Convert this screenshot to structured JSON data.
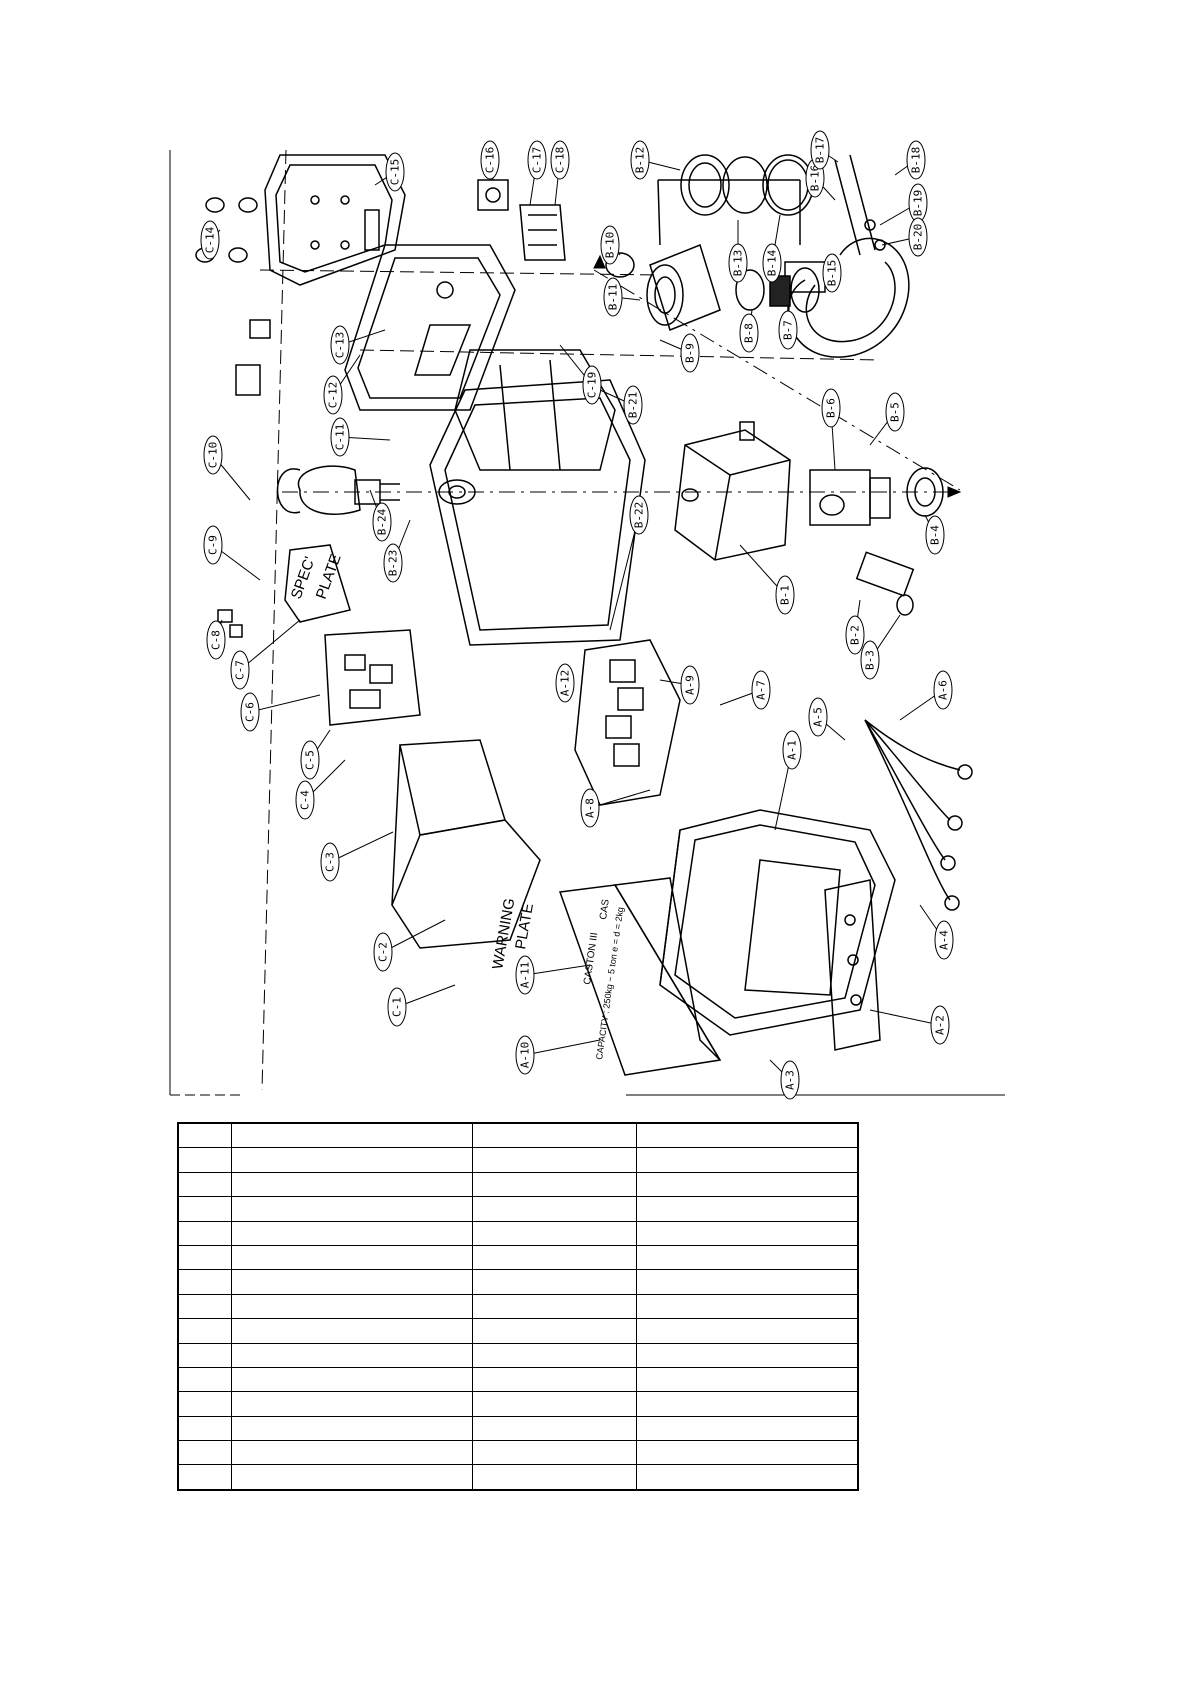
{
  "diagram": {
    "plates": {
      "spec_line1": "SPEC'",
      "spec_line2": "PLATE",
      "warning_line1": "WARNING",
      "warning_line2": "PLATE",
      "brand": "CAS",
      "model": "CASTON III",
      "capacity": "CAPACITY : 250kg ~ 5 ton   e = d = 2kg"
    },
    "callouts": [
      "C-1",
      "C-2",
      "C-3",
      "C-4",
      "C-5",
      "C-6",
      "C-7",
      "C-8",
      "C-9",
      "C-10",
      "C-11",
      "C-12",
      "C-13",
      "C-14",
      "C-15",
      "C-16",
      "C-17",
      "C-18",
      "C-19",
      "B-1",
      "B-2",
      "B-3",
      "B-4",
      "B-5",
      "B-6",
      "B-7",
      "B-8",
      "B-9",
      "B-10",
      "B-11",
      "B-12",
      "B-13",
      "B-14",
      "B-15",
      "B-16",
      "B-17",
      "B-18",
      "B-19",
      "B-20",
      "B-21",
      "B-22",
      "B-23",
      "B-24",
      "A-1",
      "A-2",
      "A-3",
      "A-4",
      "A-5",
      "A-6",
      "A-7",
      "A-8",
      "A-9",
      "A-10",
      "A-11",
      "A-12"
    ]
  },
  "parts_table": {
    "columns": [
      "",
      "",
      "",
      ""
    ],
    "rows": [
      [
        "",
        "",
        "",
        ""
      ],
      [
        "",
        "",
        "",
        ""
      ],
      [
        "",
        "",
        "",
        ""
      ],
      [
        "",
        "",
        "",
        ""
      ],
      [
        "",
        "",
        "",
        ""
      ],
      [
        "",
        "",
        "",
        ""
      ],
      [
        "",
        "",
        "",
        ""
      ],
      [
        "",
        "",
        "",
        ""
      ],
      [
        "",
        "",
        "",
        ""
      ],
      [
        "",
        "",
        "",
        ""
      ],
      [
        "",
        "",
        "",
        ""
      ],
      [
        "",
        "",
        "",
        ""
      ],
      [
        "",
        "",
        "",
        ""
      ],
      [
        "",
        "",
        "",
        ""
      ]
    ]
  }
}
